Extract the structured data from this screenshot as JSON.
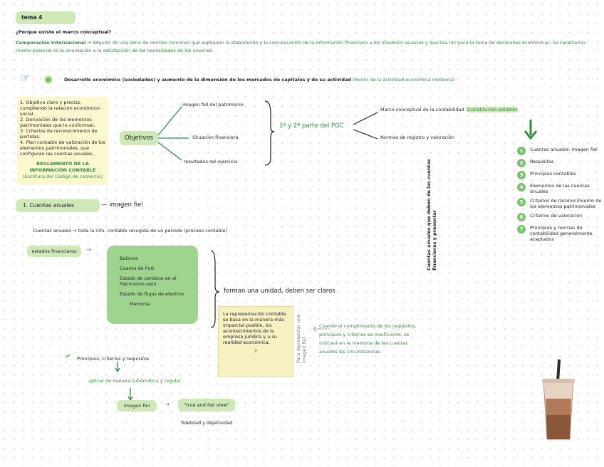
{
  "header": {
    "tema": "tema 4",
    "question": "¿Porque existe el marco conceptual?",
    "intro_label": "Comparación internacional",
    "intro_text": "Adquirir de una serie de normas comunes que expliquen la elaboración y la comunicación de la información financiera a los máximos usuarios y que sea útil para la toma de decisiones económicas. Se caracteriza mismo esencial es la orientación a la satisfacción de las necesidades de los usuarios."
  },
  "development": {
    "text": "Desarrollo económico (sociedades) y aumento de la dimensión de los mercados de capitales y de su actividad",
    "tail": "(motor de la actividad económica moderna)"
  },
  "yellow_note": {
    "items": [
      "1. Objetivo claro y preciso cumpliendo la relación económico-social.",
      "2. Derivación de los elementos patrimoniales que lo conforman.",
      "3. Criterios de reconocimiento de partidas.",
      "4. Plan contable de valoración de los elementos patrimoniales, que configuran las cuentas anuales."
    ],
    "title": "REGLAMENTO DE LA INFORMACIÓN CONTABLE",
    "subtitle": "(Escritura del Código de comercio)"
  },
  "objectives": {
    "label": "Objetivos",
    "items": [
      "imagen fiel del patrimonio",
      "Situación financiera",
      "resultados del ejercicio"
    ]
  },
  "pgc": {
    "label": "1º y 2º parte del PGC",
    "branch1": "Marco conceptual de la contabilidad",
    "branch1_tail": "(constitución estable)",
    "branch2": "Normas de registro y valoración"
  },
  "vertical_note": {
    "text": "Cuentas anuales que deben de las cuentas financieras y presentar"
  },
  "numbered": [
    {
      "n": "1",
      "text": "Cuentas anuales: imagen fiel"
    },
    {
      "n": "2",
      "text": "Requisitos"
    },
    {
      "n": "3",
      "text": "Principios contables"
    },
    {
      "n": "4",
      "text": "Elementos de las cuentas anuales"
    },
    {
      "n": "5",
      "text": "Criterios de reconocimiento de los elementos patrimoniales"
    },
    {
      "n": "6",
      "text": "Criterios de valoración"
    },
    {
      "n": "7",
      "text": "Principios y normas de contabilidad generalmente aceptados"
    }
  ],
  "section1": {
    "title": "1. Cuentas anuales",
    "arrow_text": "imagen fiel",
    "line": "Cuentas anuales → toda la info. contable recogida de un periodo (proceso contable)"
  },
  "estados": {
    "label": "estados financieros",
    "items": [
      "Balance",
      "Cuenta de PyG",
      "Estado de cambios en el Patrimonio neto",
      "Estado de flujos de efectivo",
      "Memoria"
    ],
    "unit_text": "forman una unidad, deben ser claros"
  },
  "rep_note": {
    "text": "La representación contable se basa en la manera más imparcial posible, los acontecimientos de la empresa jurídica y a su realidad económica.",
    "q": "?",
    "vertical": "Para representar una imagen fiel"
  },
  "cumplimiento": {
    "text": "Cuando el cumplimiento de los requisitos, principios y criterios es insuficiente, se indicará en la memoria de las cuentas anuales las circunstancias."
  },
  "bottom": {
    "principios": "Principios, criterios y requisitos",
    "aplicar": "aplicar de manera sistemática y regular",
    "imagen_fiel": "imagen fiel",
    "true_fair": "\"true and fair view\"",
    "fidelidad": "fidelidad y objetividad"
  },
  "colors": {
    "accent": "#2f8a3e",
    "highlight": "#cfe8b8",
    "note_yellow": "#f6f0c2"
  }
}
